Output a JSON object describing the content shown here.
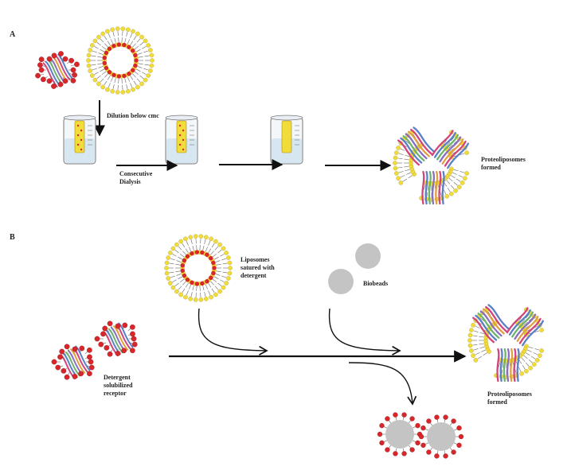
{
  "panels": {
    "a": "A",
    "b": "B"
  },
  "panel_a": {
    "dilution_label": "Dilution below cmc",
    "dialysis_label": "Consecutive\nDialysis",
    "result_label": "Proteoliposomes\nformed"
  },
  "panel_b": {
    "liposome_label": "Liposomes\nsatured with\ndetergent",
    "biobeads_label": "Biobeads",
    "receptor_label": "Detergent\nsolubilized\nreceptor",
    "result_label": "Proteoliposomes\nformed"
  },
  "colors": {
    "lipid_head_yellow": "#f2dc3a",
    "lipid_head_red": "#d9262b",
    "biobead_gray": "#c4c4c4",
    "arrow": "#111111",
    "helix_colors": [
      "#d3447a",
      "#5a7fc4",
      "#6db36d",
      "#8a6fc0",
      "#e0a040"
    ]
  }
}
